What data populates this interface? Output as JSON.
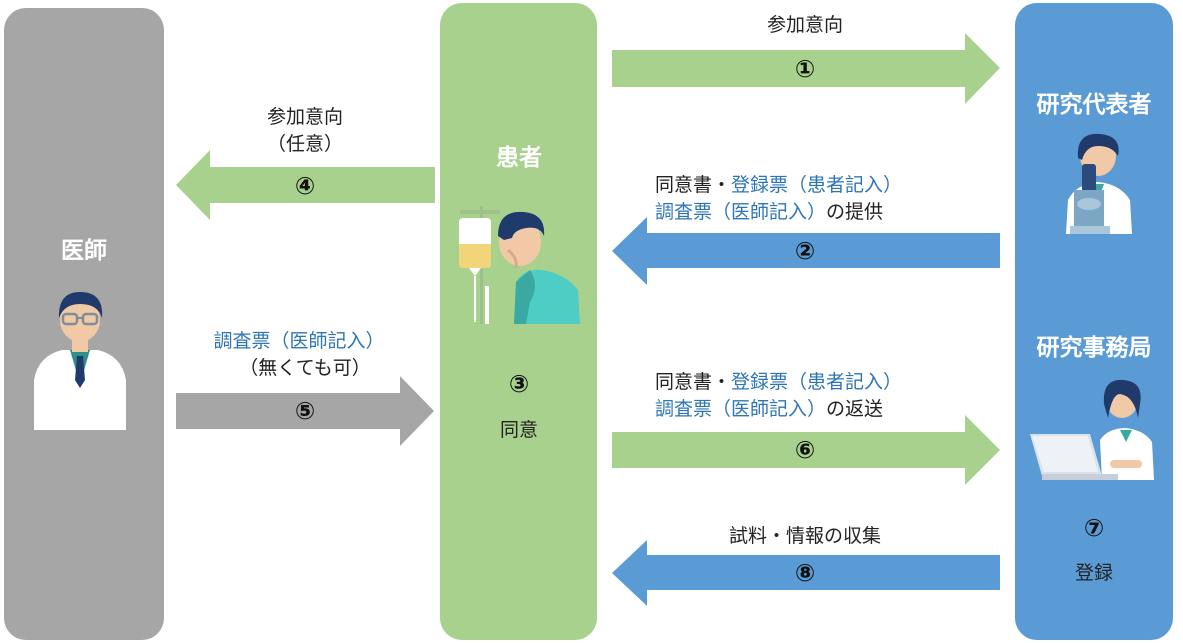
{
  "columns": {
    "doctor": {
      "title": "医師"
    },
    "patient": {
      "title": "患者",
      "step_num": "③",
      "step_label": "同意"
    },
    "lead": {
      "title": "研究代表者"
    },
    "office": {
      "title": "研究事務局",
      "step_num": "⑦",
      "step_label": "登録"
    }
  },
  "arrows": [
    {
      "num": "①",
      "line1": "参加意向"
    },
    {
      "num": "②",
      "line1a": "同意書・",
      "line1b": "登録票（患者記入）",
      "line2a": "調査票（医師記入）",
      "line2b": "の提供"
    },
    {
      "num": "④",
      "line1": "参加意向",
      "line2": "（任意）"
    },
    {
      "num": "⑤",
      "line1": "調査票（医師記入）",
      "line2": "（無くても可）"
    },
    {
      "num": "⑥",
      "line1a": "同意書・",
      "line1b": "登録票（患者記入）",
      "line2a": "調査票（医師記入）",
      "line2b": "の返送"
    },
    {
      "num": "⑧",
      "line1": "試料・情報の収集"
    }
  ],
  "colors": {
    "gray": "#a6a6a6",
    "green": "#a9d18e",
    "blue": "#5b9bd5",
    "text_blue": "#2e75b6"
  },
  "icons": [
    "doctor-icon",
    "patient-iv-icon",
    "researcher-microscope-icon",
    "office-laptop-icon"
  ]
}
